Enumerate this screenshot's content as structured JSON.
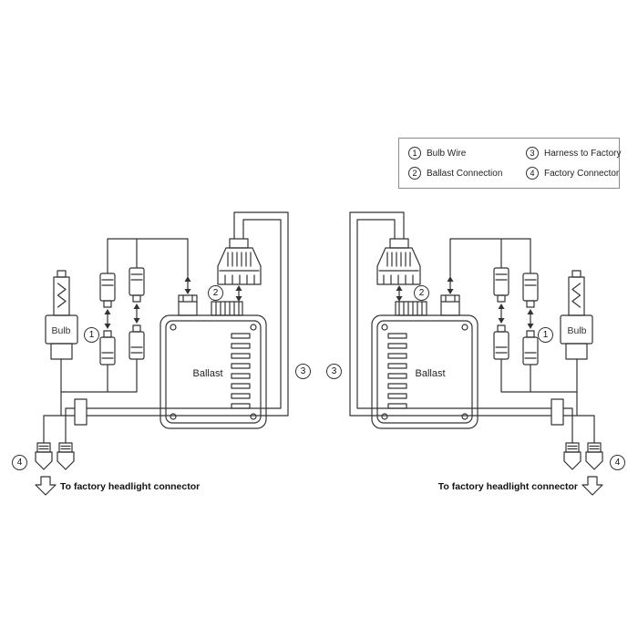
{
  "legend": {
    "items": [
      {
        "num": "1",
        "label": "Bulb Wire"
      },
      {
        "num": "2",
        "label": "Ballast Connection"
      },
      {
        "num": "3",
        "label": "Harness to Factory"
      },
      {
        "num": "4",
        "label": "Factory Connector"
      }
    ]
  },
  "labels": {
    "bulb": "Bulb",
    "ballast": "Ballast",
    "footer": "To factory headlight connector"
  },
  "callouts": {
    "c1": "1",
    "c2": "2",
    "c3": "3",
    "c4": "4"
  },
  "colors": {
    "line": "#333333",
    "background": "#ffffff"
  }
}
